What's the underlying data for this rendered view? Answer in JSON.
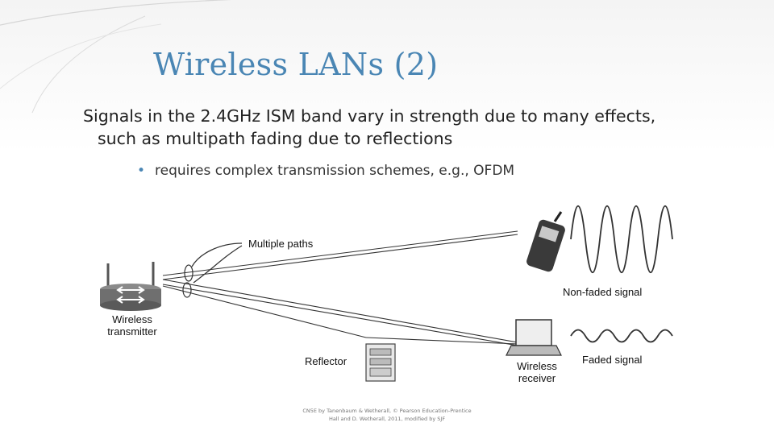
{
  "slide": {
    "title": "Wireless LANs (2)",
    "body_line1": "Signals in the 2.4GHz ISM band vary in strength due to many effects,",
    "body_line2": "such as multipath fading due to reflections",
    "sub_bullet": "requires complex transmission schemes, e.g., OFDM",
    "footer_line1": "CN5E by Tanenbaum & Wetherall, © Pearson Education-Prentice",
    "footer_line2": "Hall and D. Wetherall, 2011, modified by SJF"
  },
  "figure": {
    "multiple_paths": "Multiple paths",
    "transmitter": [
      "Wireless",
      "transmitter"
    ],
    "reflector": "Reflector",
    "receiver": [
      "Wireless",
      "receiver"
    ],
    "non_faded": "Non-faded signal",
    "faded": "Faded signal"
  },
  "colors": {
    "title": "#4a86b4",
    "accent_line": "#c9c9c9"
  }
}
